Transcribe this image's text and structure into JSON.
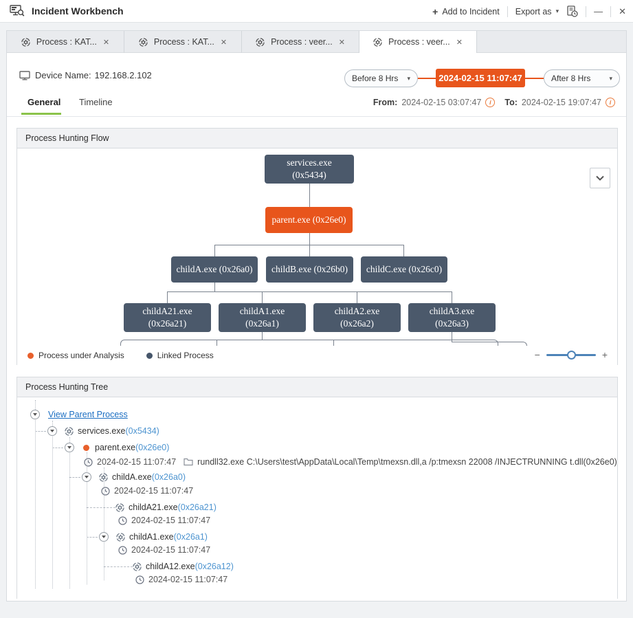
{
  "window": {
    "title": "Incident Workbench",
    "actions": {
      "add_to_incident": "Add to Incident",
      "export_as": "Export as"
    }
  },
  "icons": {
    "plus": "+",
    "caret_down": "▾",
    "minimize": "—",
    "close": "✕",
    "tab_close": "✕",
    "info": "i",
    "zoom_minus": "−",
    "zoom_plus": "+"
  },
  "tabs": [
    {
      "label": "Process : KAT...",
      "active": false
    },
    {
      "label": "Process : KAT...",
      "active": false
    },
    {
      "label": "Process : veer...",
      "active": false
    },
    {
      "label": "Process : veer...",
      "active": true
    }
  ],
  "device": {
    "label": "Device Name:",
    "value": "192.168.2.102"
  },
  "time_controls": {
    "before": "Before 8 Hrs",
    "pivot": "2024-02-15 11:07:47",
    "after": "After 8 Hrs"
  },
  "sub_tabs": {
    "general": "General",
    "timeline": "Timeline"
  },
  "time_range": {
    "from_label": "From:",
    "from_value": "2024-02-15 03:07:47",
    "to_label": "To:",
    "to_value": "2024-02-15 19:07:47"
  },
  "flow": {
    "title": "Process Hunting Flow",
    "nodes": {
      "services": {
        "line1": "services.exe",
        "line2": "(0x5434)"
      },
      "parent": {
        "line1": "parent.exe (0x26e0)"
      },
      "childA": {
        "line1": "childA.exe (0x26a0)"
      },
      "childB": {
        "line1": "childB.exe (0x26b0)"
      },
      "childC": {
        "line1": "childC.exe (0x26c0)"
      },
      "childA21": {
        "line1": "childA21.exe",
        "line2": "(0x26a21)"
      },
      "childA1": {
        "line1": "childA1.exe",
        "line2": "(0x26a1)"
      },
      "childA2": {
        "line1": "childA2.exe",
        "line2": "(0x26a2)"
      },
      "childA3": {
        "line1": "childA3.exe",
        "line2": "(0x26a3)"
      }
    },
    "legend": [
      {
        "label": "Process under Analysis",
        "color": "#e8602c"
      },
      {
        "label": "Linked Process",
        "color": "#46566a"
      }
    ]
  },
  "tree": {
    "title": "Process Hunting Tree",
    "view_parent_link": "View Parent Process",
    "rows": [
      {
        "name": "services.exe",
        "pid": "(0x5434)"
      },
      {
        "name": "parent.exe",
        "pid": "(0x26e0)",
        "time": "2024-02-15 11:07:47",
        "command": "rundll32.exe C:\\Users\\test\\AppData\\Local\\Temp\\tmexsn.dll,a /p:tmexsn 22008 /INJECTRUNNING t.dll(0x26e0)"
      },
      {
        "name": "childA.exe",
        "pid": "(0x26a0)",
        "time": "2024-02-15 11:07:47"
      },
      {
        "name": "childA21.exe",
        "pid": "(0x26a21)",
        "time": "2024-02-15 11:07:47"
      },
      {
        "name": "childA1.exe",
        "pid": "(0x26a1)",
        "time": "2024-02-15 11:07:47"
      },
      {
        "name": "childA12.exe",
        "pid": "(0x26a12)",
        "time": "2024-02-15 11:07:47"
      }
    ]
  },
  "colors": {
    "accent_orange": "#e8551c",
    "node_slate": "#4b596b",
    "link_blue": "#1b6ec2",
    "pid_blue": "#4d94d0",
    "active_tab_green": "#8bc34a",
    "slider_blue": "#4d83b8"
  }
}
